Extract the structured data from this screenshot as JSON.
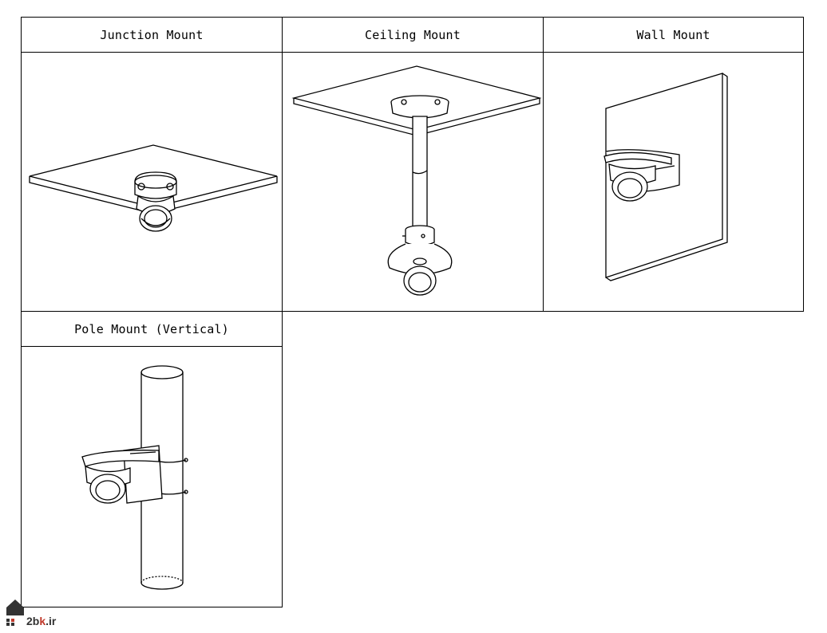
{
  "mounts": [
    {
      "label": "Junction Mount"
    },
    {
      "label": "Ceiling Mount"
    },
    {
      "label": "Wall Mount"
    },
    {
      "label": "Pole Mount (Vertical)"
    }
  ],
  "watermark": {
    "prefix": "2b",
    "accent": "k",
    "suffix": ".ir",
    "accent_color": "#c0392b"
  }
}
